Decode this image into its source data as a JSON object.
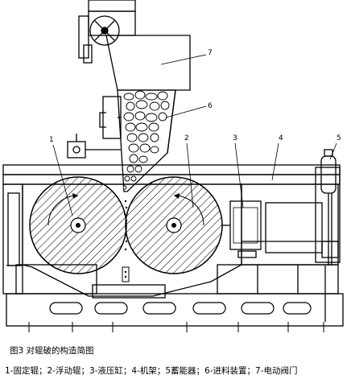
{
  "figure": {
    "caption": "图3  对辊破的构造简图",
    "legend": "1-固定辊；2-浮动辊；3-液压缸；4-机架；5蓄能器；6-进料装置；7-电动阀门"
  },
  "callouts": [
    {
      "id": "1",
      "text": "1"
    },
    {
      "id": "2",
      "text": "2"
    },
    {
      "id": "3",
      "text": "3"
    },
    {
      "id": "4",
      "text": "4"
    },
    {
      "id": "5",
      "text": "5"
    },
    {
      "id": "6",
      "text": "6"
    },
    {
      "id": "7",
      "text": "7"
    }
  ]
}
